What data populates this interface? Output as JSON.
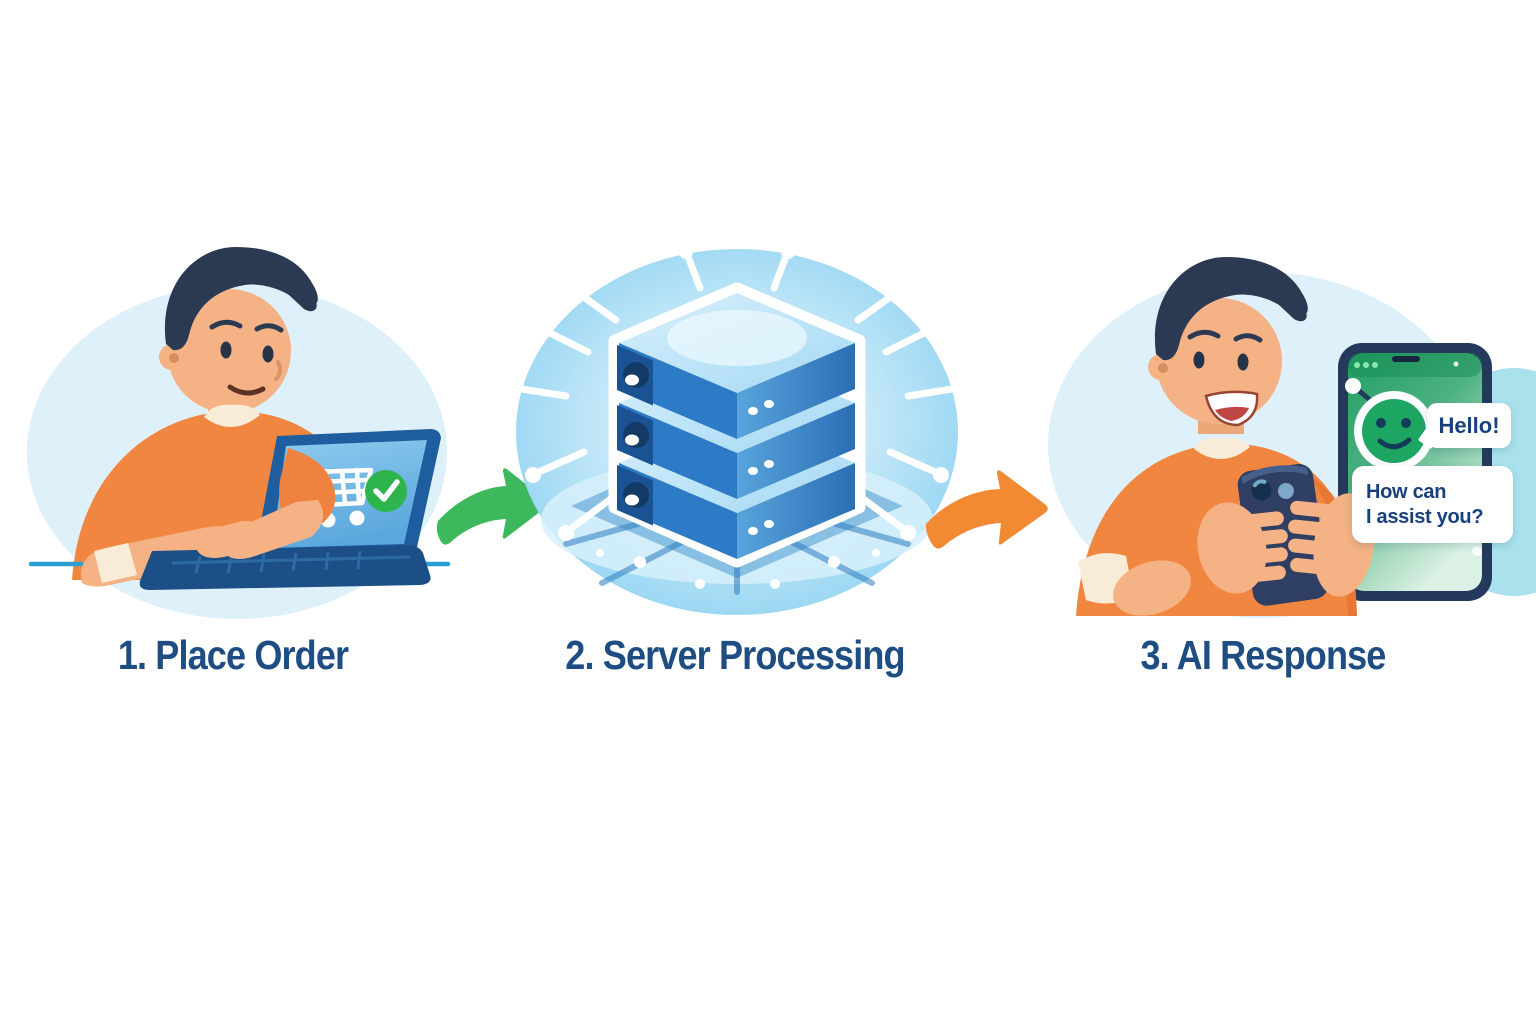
{
  "diagram": {
    "steps": [
      {
        "id": 1,
        "label": "1. Place Order",
        "icon": "shopping-cart-check-icon"
      },
      {
        "id": 2,
        "label": "2. Server Processing",
        "icon": "server-stack-icon"
      },
      {
        "id": 3,
        "label": "3. AI Response",
        "icon": "chatbot-phone-icon"
      }
    ],
    "chat": {
      "greeting": "Hello!",
      "question_line1": "How can",
      "question_line2": "I assist you?"
    },
    "connectors": [
      {
        "name": "arrow-step1-to-step2",
        "color": "#3db85c"
      },
      {
        "name": "arrow-step2-to-step3",
        "color": "#f28a33"
      }
    ],
    "colors": {
      "label_text": "#1d4d82",
      "bubble_text": "#17417c",
      "panel_blob": "#def0f9",
      "shirt_orange": "#f0863f",
      "hair_navy": "#2b3953",
      "skin": "#f4b285",
      "laptop_frame": "#1f5e9e",
      "check_green": "#2eb44d",
      "server_blue": "#2f7cc8",
      "chatbot_green": "#1da562",
      "phone_frame": "#24395c",
      "teal_blob": "#a9e2ec",
      "desk_line": "#2c9ed6"
    }
  }
}
